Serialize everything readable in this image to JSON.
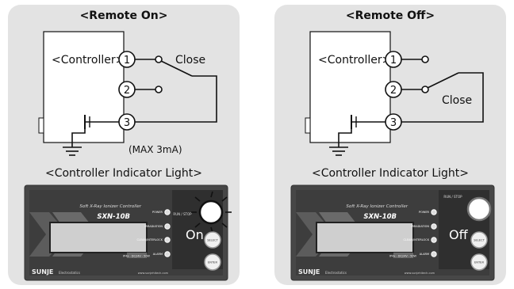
{
  "left": {
    "title": "<Remote On>",
    "controller_label": "<Controller>",
    "pins": [
      "1",
      "2",
      "3"
    ],
    "switch_label": "Close",
    "current_note": "(MAX 3mA)",
    "indicator_title": "<Controller Indicator Light>",
    "device": {
      "subtitle": "Soft X-Ray Ionizer Controller",
      "model": "SXN-10B",
      "leds": [
        "POWER",
        "IRRADIATION",
        "CLEAN/INTERLOCK",
        "ALARM"
      ],
      "run_stop": "RUN / STOP",
      "status": "On",
      "select": "SELECT",
      "enter": "ENTER",
      "ip_tag": "IP4x · DC24V · 50W",
      "brand": "SUNJE",
      "brand_sub": "Electrostatics",
      "website": "www.sunjehitech.com"
    }
  },
  "right": {
    "title": "<Remote Off>",
    "controller_label": "<Controller>",
    "pins": [
      "1",
      "2",
      "3"
    ],
    "switch_label": "Close",
    "indicator_title": "<Controller Indicator Light>",
    "device": {
      "subtitle": "Soft X-Ray Ionizer Controller",
      "model": "SXN-10B",
      "leds": [
        "POWER",
        "IRRADIATION",
        "CLEAN/INTERLOCK",
        "ALARM"
      ],
      "run_stop": "RUN / STOP",
      "status": "Off",
      "select": "SELECT",
      "enter": "ENTER",
      "ip_tag": "IP4x · DC24V · 50W",
      "brand": "SUNJE",
      "brand_sub": "Electrostatics",
      "website": "www.sunjehitech.com"
    }
  },
  "colors": {
    "panel_bg": "#e3e3e3",
    "device_body": "#474747",
    "device_dark": "#2b2b2b",
    "screen": "#d0d0d0",
    "line": "#111111"
  }
}
